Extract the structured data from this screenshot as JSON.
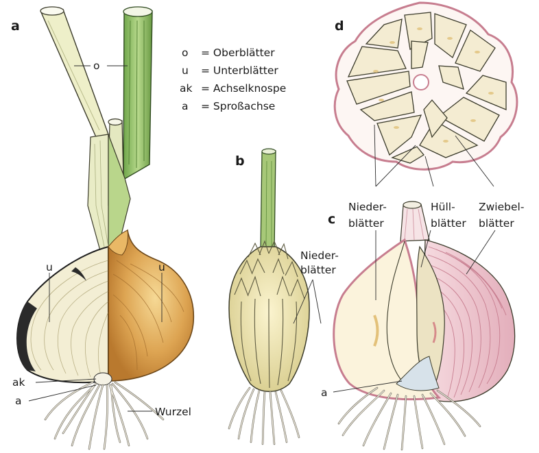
{
  "panels": {
    "a": "a",
    "b": "b",
    "c": "c",
    "d": "d"
  },
  "legend": [
    {
      "abbr": "o",
      "text": "= Oberblätter"
    },
    {
      "abbr": "u",
      "text": "= Unterblätter"
    },
    {
      "abbr": "ak",
      "text": "= Achselknospe"
    },
    {
      "abbr": "a",
      "text": "= Sproßachse"
    }
  ],
  "labels": {
    "o": "o",
    "u_left": "u",
    "u_right": "u",
    "ak": "ak",
    "a_onion": "a",
    "wurzel": "Wurzel",
    "nieder_b_1": "Nieder-",
    "nieder_b_2": "blätter",
    "nieder_c_1": "Nieder-",
    "nieder_c_2": "blätter",
    "huell_1": "Hüll-",
    "huell_2": "blätter",
    "zwiebel_1": "Zwiebel-",
    "zwiebel_2": "blätter",
    "a_garlic": "a"
  },
  "colors": {
    "onion_skin": "#d9a049",
    "onion_cut": "#f2ecd2",
    "leaf_green": "#9cc46b",
    "leaf_pale": "#e7e8c4",
    "garlic_pink": "#d7899e",
    "clove": "#f2ead0"
  }
}
